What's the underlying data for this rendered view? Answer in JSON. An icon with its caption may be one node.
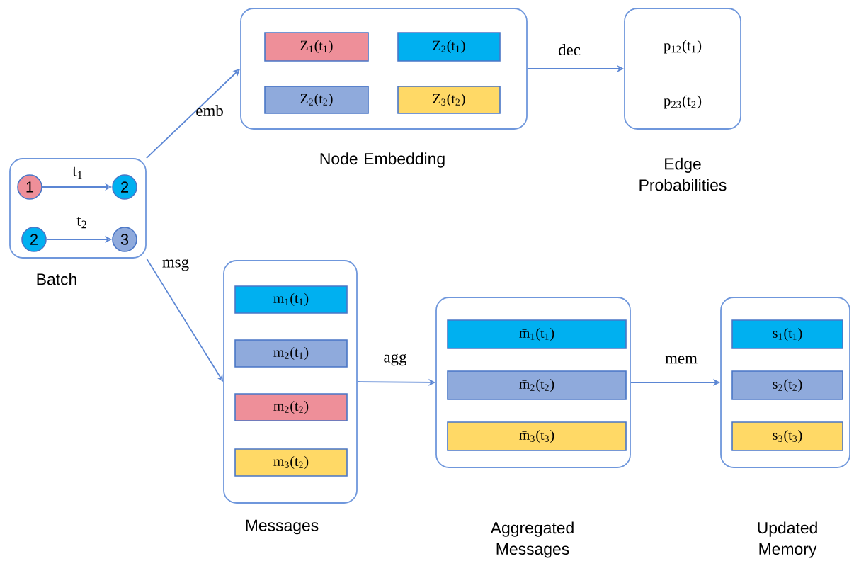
{
  "diagram": {
    "nodes": [
      {
        "text": [
          "Batch"
        ]
      },
      {
        "text": [
          "1"
        ],
        "in": 0
      },
      {
        "text": [
          "2"
        ],
        "in": 0
      },
      {
        "text": [
          "2"
        ],
        "in": 0
      },
      {
        "text": [
          "3"
        ],
        "in": 0
      },
      {
        "text": [
          "Node Embedding"
        ]
      },
      {
        "text": [
          "Z$_{1}$(t$_{1}$)"
        ],
        "in": 5
      },
      {
        "text": [
          "Z$_{2}$(t$_{1}$)"
        ],
        "in": 5
      },
      {
        "text": [
          "Z$_{2}$(t$_{2}$)"
        ],
        "in": 5
      },
      {
        "text": [
          "Z$_{3}$(t$_{2}$)"
        ],
        "in": 5
      },
      {
        "text": [
          "p$_{12}$(t$_{1}$)",
          "p$_{23}$(t$_{2}$)",
          "Edge Probabilities"
        ]
      },
      {
        "text": [
          "Messages"
        ]
      },
      {
        "text": [
          "m$_{1}$(t$_{1}$)"
        ],
        "in": 11
      },
      {
        "text": [
          "m$_{2}$(t$_{1}$)"
        ],
        "in": 11
      },
      {
        "text": [
          "m$_{2}$(t$_{2}$)"
        ],
        "in": 11
      },
      {
        "text": [
          "m$_{3}$(t$_{2}$)"
        ],
        "in": 11
      },
      {
        "text": [
          "Aggregated Messages"
        ]
      },
      {
        "text": [
          "m̄$_{1}$(t$_{1}$)"
        ],
        "in": 16
      },
      {
        "text": [
          "m̄$_{2}$(t$_{2}$)"
        ],
        "in": 16
      },
      {
        "text": [
          "m̄$_{3}$(t$_{3}$)"
        ],
        "in": 16
      },
      {
        "text": [
          "Updated Memory"
        ]
      },
      {
        "text": [
          "s$_{1}$(t$_{1}$)"
        ],
        "in": 20
      },
      {
        "text": [
          "s$_{2}$(t$_{2}$)"
        ],
        "in": 20
      },
      {
        "text": [
          "s$_{3}$(t$_{3}$)"
        ],
        "in": 20
      }
    ],
    "edges": [
      {
        "from": 1,
        "to": 2,
        "arrow": "to",
        "label": "t$_{1}$"
      },
      {
        "from": 3,
        "to": 4,
        "arrow": "to",
        "label": "t$_{2}$"
      },
      {
        "from": 0,
        "to": 5,
        "arrow": "to",
        "label": "emb"
      },
      {
        "from": 5,
        "to": 10,
        "arrow": "to",
        "label": "dec"
      },
      {
        "from": 0,
        "to": 11,
        "arrow": "to",
        "label": "msg"
      },
      {
        "from": 11,
        "to": 16,
        "arrow": "to",
        "label": "agg"
      },
      {
        "from": 16,
        "to": 20,
        "arrow": "to",
        "label": "mem"
      }
    ]
  }
}
